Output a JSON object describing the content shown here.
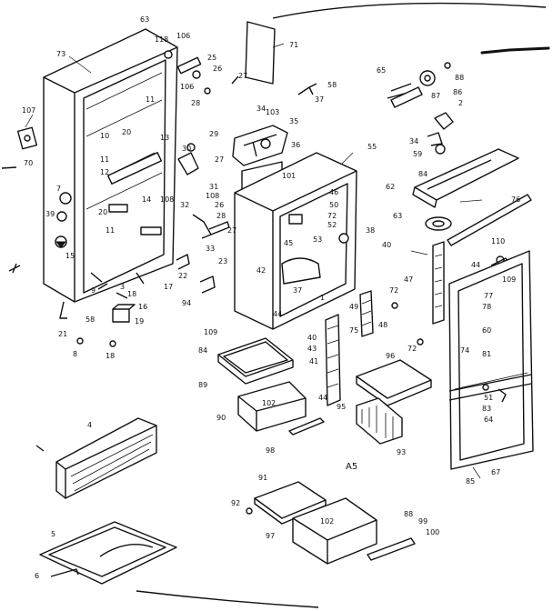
{
  "diagram": {
    "code": "A5",
    "callouts": [
      {
        "id": "c73",
        "text": "73"
      },
      {
        "id": "c107",
        "text": "107"
      },
      {
        "id": "c70",
        "text": "70"
      },
      {
        "id": "c10",
        "text": "10"
      },
      {
        "id": "c7",
        "text": "7"
      },
      {
        "id": "c39",
        "text": "39"
      },
      {
        "id": "c15",
        "text": "15"
      },
      {
        "id": "c11a",
        "text": "11"
      },
      {
        "id": "c12",
        "text": "12"
      },
      {
        "id": "c20a",
        "text": "20"
      },
      {
        "id": "c13",
        "text": "13"
      },
      {
        "id": "c11b",
        "text": "11"
      },
      {
        "id": "c20b",
        "text": "20"
      },
      {
        "id": "c14",
        "text": "14"
      },
      {
        "id": "c108a",
        "text": "108"
      },
      {
        "id": "c11c",
        "text": "11"
      },
      {
        "id": "c63",
        "text": "63"
      },
      {
        "id": "c106a",
        "text": "106"
      },
      {
        "id": "c118",
        "text": "118"
      },
      {
        "id": "c25",
        "text": "25"
      },
      {
        "id": "c26a",
        "text": "26"
      },
      {
        "id": "c106b",
        "text": "106"
      },
      {
        "id": "c28a",
        "text": "28"
      },
      {
        "id": "c27a",
        "text": "27"
      },
      {
        "id": "c71",
        "text": "71"
      },
      {
        "id": "c58",
        "text": "58"
      },
      {
        "id": "c37a",
        "text": "37"
      },
      {
        "id": "c34a",
        "text": "34"
      },
      {
        "id": "c103",
        "text": "103"
      },
      {
        "id": "c35",
        "text": "35"
      },
      {
        "id": "c29",
        "text": "29"
      },
      {
        "id": "c30",
        "text": "30"
      },
      {
        "id": "c27b",
        "text": "27"
      },
      {
        "id": "c36",
        "text": "36"
      },
      {
        "id": "c101",
        "text": "101"
      },
      {
        "id": "c55",
        "text": "55"
      },
      {
        "id": "c31",
        "text": "31"
      },
      {
        "id": "c108b",
        "text": "108"
      },
      {
        "id": "c26b",
        "text": "26"
      },
      {
        "id": "c28b",
        "text": "28"
      },
      {
        "id": "c32",
        "text": "32"
      },
      {
        "id": "c27c",
        "text": "27"
      },
      {
        "id": "c33",
        "text": "33"
      },
      {
        "id": "c46",
        "text": "46"
      },
      {
        "id": "c50",
        "text": "50"
      },
      {
        "id": "c72a",
        "text": "72"
      },
      {
        "id": "c52",
        "text": "52"
      },
      {
        "id": "c45",
        "text": "45"
      },
      {
        "id": "c53",
        "text": "53"
      },
      {
        "id": "c38",
        "text": "38"
      },
      {
        "id": "c22",
        "text": "22"
      },
      {
        "id": "c23",
        "text": "23"
      },
      {
        "id": "c42",
        "text": "42"
      },
      {
        "id": "c17",
        "text": "17"
      },
      {
        "id": "c3",
        "text": "3"
      },
      {
        "id": "c18",
        "text": "18"
      },
      {
        "id": "c16",
        "text": "16"
      },
      {
        "id": "c9",
        "text": "9"
      },
      {
        "id": "c94",
        "text": "94"
      },
      {
        "id": "c37b",
        "text": "37"
      },
      {
        "id": "c1",
        "text": "1"
      },
      {
        "id": "c44a",
        "text": "44"
      },
      {
        "id": "c21",
        "text": "21"
      },
      {
        "id": "c58b",
        "text": "58"
      },
      {
        "id": "c19",
        "text": "19"
      },
      {
        "id": "c8",
        "text": "8"
      },
      {
        "id": "c18b",
        "text": "18"
      },
      {
        "id": "c109",
        "text": "109"
      },
      {
        "id": "c65",
        "text": "65"
      },
      {
        "id": "c88",
        "text": "88"
      },
      {
        "id": "c87",
        "text": "87"
      },
      {
        "id": "c86",
        "text": "86"
      },
      {
        "id": "c2",
        "text": "2"
      },
      {
        "id": "c34b",
        "text": "34"
      },
      {
        "id": "c59",
        "text": "59"
      },
      {
        "id": "c84",
        "text": "84"
      },
      {
        "id": "c62",
        "text": "62"
      },
      {
        "id": "c76",
        "text": "76"
      },
      {
        "id": "c63b",
        "text": "63"
      },
      {
        "id": "c40a",
        "text": "40"
      },
      {
        "id": "c110",
        "text": "110"
      },
      {
        "id": "c44b",
        "text": "44"
      },
      {
        "id": "c47",
        "text": "47"
      },
      {
        "id": "c109b",
        "text": "109"
      },
      {
        "id": "c77",
        "text": "77"
      },
      {
        "id": "c78",
        "text": "78"
      },
      {
        "id": "c72b",
        "text": "72"
      },
      {
        "id": "c48",
        "text": "48"
      },
      {
        "id": "c72c",
        "text": "72"
      },
      {
        "id": "c60",
        "text": "60"
      },
      {
        "id": "c49",
        "text": "49"
      },
      {
        "id": "c40b",
        "text": "40"
      },
      {
        "id": "c43",
        "text": "43"
      },
      {
        "id": "c75",
        "text": "75"
      },
      {
        "id": "c41",
        "text": "41"
      },
      {
        "id": "c44c",
        "text": "44"
      },
      {
        "id": "c95",
        "text": "95"
      },
      {
        "id": "c84b",
        "text": "84"
      },
      {
        "id": "c89",
        "text": "89"
      },
      {
        "id": "c102a",
        "text": "102"
      },
      {
        "id": "c90",
        "text": "90"
      },
      {
        "id": "c96",
        "text": "96"
      },
      {
        "id": "c93",
        "text": "93"
      },
      {
        "id": "c98",
        "text": "98"
      },
      {
        "id": "c74",
        "text": "74"
      },
      {
        "id": "c81",
        "text": "81"
      },
      {
        "id": "c51",
        "text": "51"
      },
      {
        "id": "c83",
        "text": "83"
      },
      {
        "id": "c64",
        "text": "64"
      },
      {
        "id": "c85",
        "text": "85"
      },
      {
        "id": "c67",
        "text": "67"
      },
      {
        "id": "c4",
        "text": "4"
      },
      {
        "id": "c91",
        "text": "91"
      },
      {
        "id": "c92",
        "text": "92"
      },
      {
        "id": "c102b",
        "text": "102"
      },
      {
        "id": "c97",
        "text": "97"
      },
      {
        "id": "c88b",
        "text": "88"
      },
      {
        "id": "c99",
        "text": "99"
      },
      {
        "id": "c100",
        "text": "100"
      },
      {
        "id": "c5",
        "text": "5"
      },
      {
        "id": "c6",
        "text": "6"
      }
    ]
  }
}
